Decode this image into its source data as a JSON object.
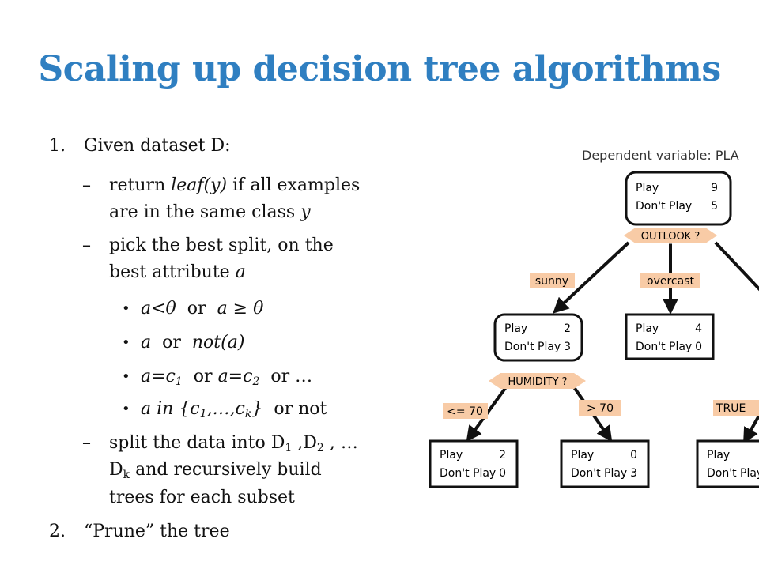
{
  "slide": {
    "title": "Scaling up decision tree algorithms",
    "items": [
      {
        "num": "1.",
        "text": "Given dataset D:"
      },
      {
        "dash": "–",
        "pre": "return ",
        "em": "leaf(y)",
        "post": " if all examples"
      },
      {
        "cont": "are in the same class ",
        "em": "y"
      },
      {
        "dash": "–",
        "text": "pick the best split, on the"
      },
      {
        "cont": "best attribute ",
        "em": "a"
      },
      {
        "bullet": "•",
        "a": "a<θ",
        "or": "or",
        "b": "a ≥ θ"
      },
      {
        "bullet": "•",
        "a": "a",
        "or": "or",
        "b": "not(a)"
      },
      {
        "bullet": "•",
        "a": "a=c",
        "a_sub": "1",
        "or": "or",
        "b": "a=c",
        "b_sub": "2",
        "tail": "or …"
      },
      {
        "bullet": "•",
        "a": "a in {c",
        "a_sub": "1",
        "mid": ",…,c",
        "mid_sub": "k",
        "end": "}",
        "tail": "or not"
      },
      {
        "dash": "–",
        "pre": "split the data into D",
        "s1": "1",
        "p2": " ,D",
        "s2": "2",
        "p3": " , …"
      },
      {
        "cont_pre": "D",
        "s": "k",
        "cont_post": " and recursively build"
      },
      {
        "cont": "trees for each subset"
      },
      {
        "num": "2.",
        "text": "“Prune” the tree"
      }
    ]
  },
  "diagram": {
    "header": "Dependent variable: PLA",
    "colors": {
      "label_fill": "#f8cba6",
      "label_text": "#222222",
      "header_text": "#333333",
      "stroke": "#111111"
    },
    "root": {
      "play_label": "Play",
      "play_val": "9",
      "dont_label": "Don't Play",
      "dont_val": "5",
      "split": "OUTLOOK ?"
    },
    "branches": {
      "sunny": "sunny",
      "overcast": "overcast",
      "le70": "<= 70",
      "gt70": "> 70",
      "true": "TRUE"
    },
    "nodes": {
      "sunny": {
        "play": "Play",
        "play_val": "2",
        "dont": "Don't Play",
        "dont_val": "3",
        "split": "HUMIDITY ?"
      },
      "overcast": {
        "play": "Play",
        "play_val": "4",
        "dont": "Don't Play",
        "dont_val": "0"
      },
      "le70": {
        "play": "Play",
        "play_val": "2",
        "dont": "Don't Play",
        "dont_val": "0"
      },
      "gt70": {
        "play": "Play",
        "play_val": "0",
        "dont": "Don't Play",
        "dont_val": "3"
      },
      "true": {
        "play": "Play",
        "dont": "Don't Play"
      }
    }
  }
}
